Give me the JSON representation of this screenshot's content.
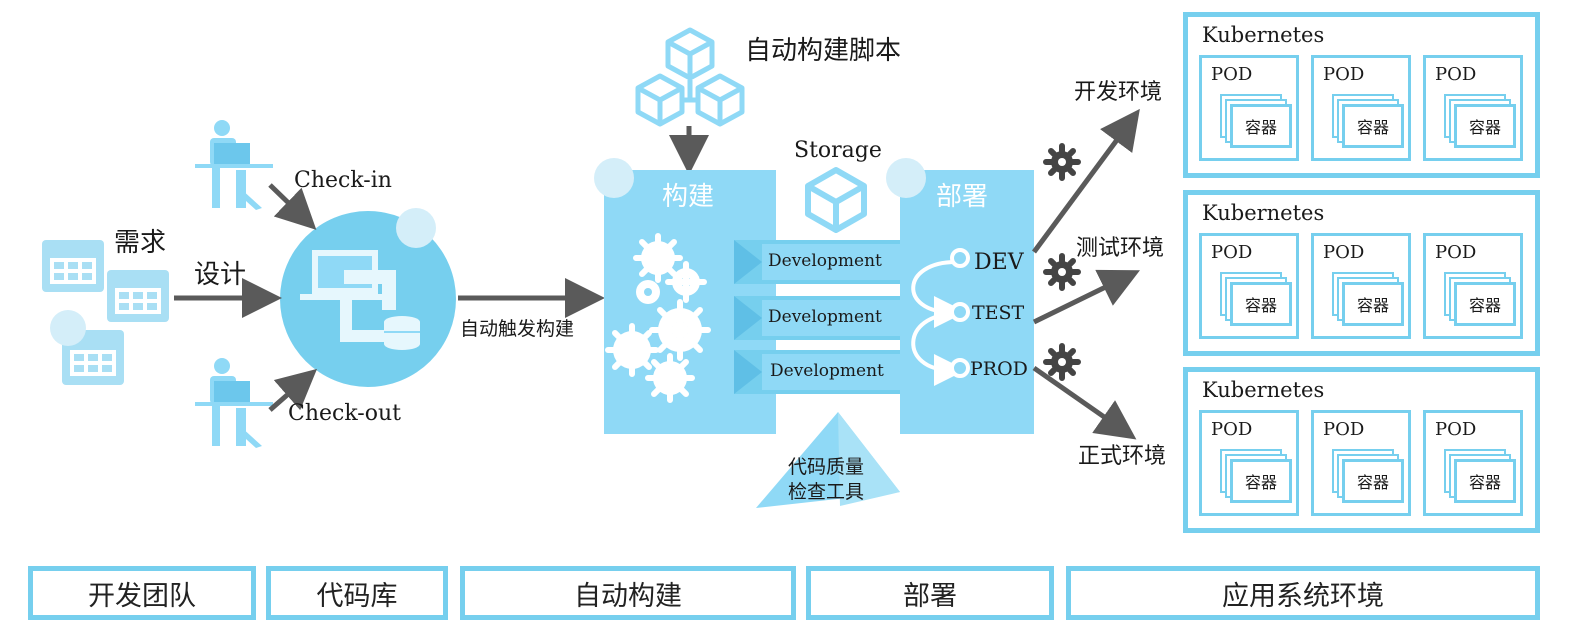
{
  "left": {
    "requirements": "需求",
    "design": "设计",
    "checkin": "Check-in",
    "checkout": "Check-out",
    "auto_trigger": "自动触发构建"
  },
  "build": {
    "script_label": "自动构建脚本",
    "storage": "Storage",
    "build_title": "构建",
    "deploy_title": "部署",
    "channels": [
      "Development",
      "Development",
      "Development"
    ],
    "quality_tool_line1": "代码质量",
    "quality_tool_line2": "检查工具",
    "envs": [
      "DEV",
      "TEST",
      "PROD"
    ]
  },
  "environments": {
    "labels": [
      "开发环境",
      "测试环境",
      "正式环境"
    ],
    "cluster_title": "Kubernetes",
    "pod_label": "POD",
    "container_label": "容器"
  },
  "stages": [
    "开发团队",
    "代码库",
    "自动构建",
    "部署",
    "应用系统环境"
  ],
  "colors": {
    "accent": "#76cfee",
    "panel": "#8fd9f6",
    "arrow": "#5a5a5a",
    "gear": "#444444"
  }
}
